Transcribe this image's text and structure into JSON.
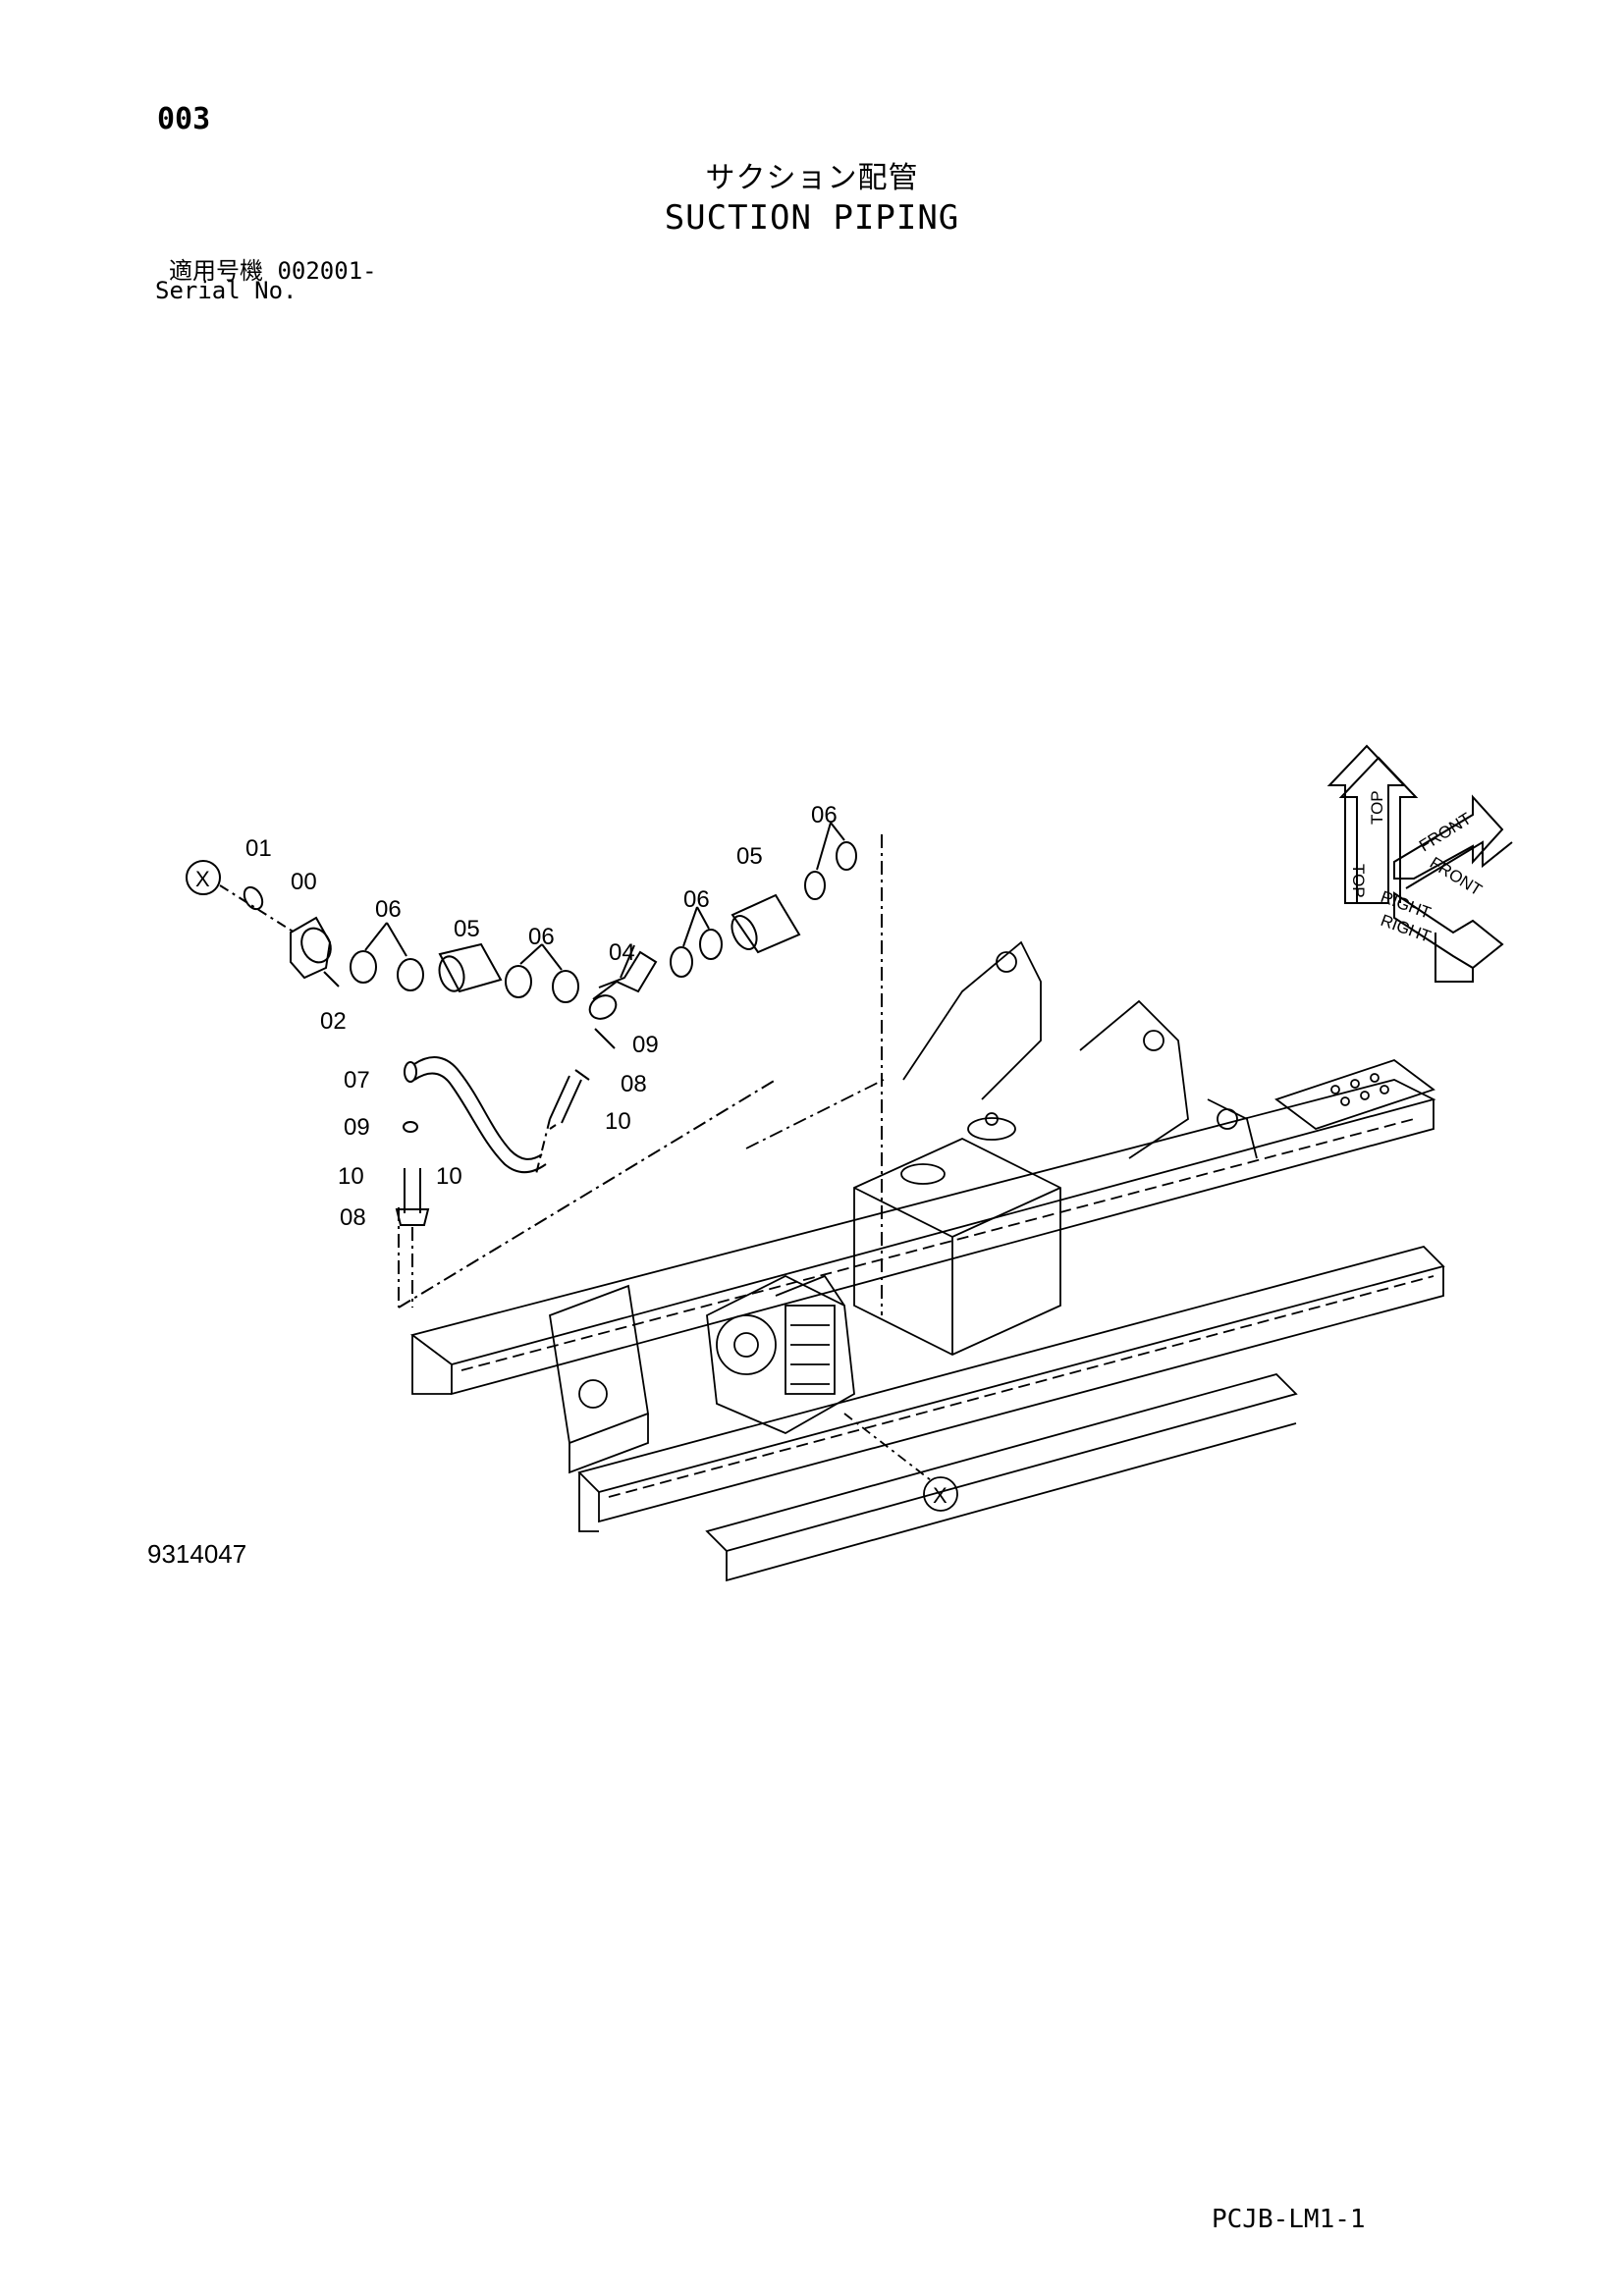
{
  "page_number": "003",
  "title": {
    "japanese": "サクション配管",
    "english": "SUCTION PIPING"
  },
  "serial": {
    "japanese": "適用号機  002001-",
    "english": "Serial No."
  },
  "figure_number": "9314047",
  "page_code": "PCJB-LM1-1",
  "callout_marker": "X",
  "part_labels": {
    "p00": "00",
    "p01": "01",
    "p02": "02",
    "p04": "04",
    "p05a": "05",
    "p05b": "05",
    "p06a": "06",
    "p06b": "06",
    "p06c": "06",
    "p06d": "06",
    "p07": "07",
    "p08a": "08",
    "p08b": "08",
    "p09a": "09",
    "p09b": "09",
    "p10a": "10",
    "p10b": "10",
    "p10c": "10"
  },
  "direction_labels": {
    "top_a": "TOP",
    "top_b": "TOP",
    "front_a": "FRONT",
    "front_b": "FRONT",
    "right_a": "RIGHT",
    "right_b": "RIGHT"
  }
}
